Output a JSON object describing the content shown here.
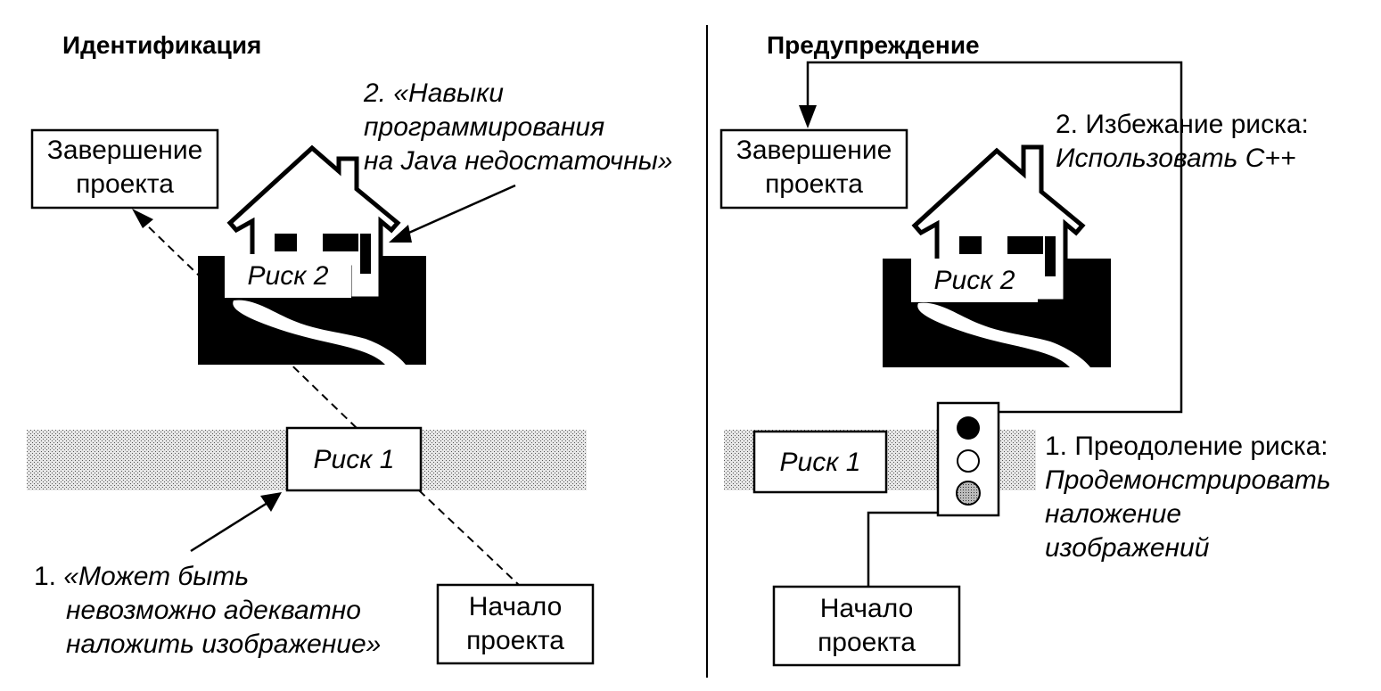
{
  "colors": {
    "ink": "#000000",
    "paper": "#ffffff",
    "band": "#c8c8c8"
  },
  "left": {
    "title": "Идентификация",
    "finish": {
      "line1": "Завершение",
      "line2": "проекта"
    },
    "start": {
      "line1": "Начало",
      "line2": "проекта"
    },
    "risk1": "Риск 1",
    "risk2": "Риск 2",
    "note2": {
      "line1": "2. «Навыки",
      "line2": "программирования",
      "line3": "на Java недостаточны»"
    },
    "note1": {
      "line1_num": "1.",
      "line1": "«Может быть",
      "line2": "невозможно адекватно",
      "line3": "наложить изображение»"
    }
  },
  "right": {
    "title": "Предупреждение",
    "finish": {
      "line1": "Завершение",
      "line2": "проекта"
    },
    "start": {
      "line1": "Начало",
      "line2": "проекта"
    },
    "risk1": "Риск 1",
    "risk2": "Риск 2",
    "note2": {
      "line1": "2. Избежание риска:",
      "line2": "Использовать С++"
    },
    "note1": {
      "line1": "1. Преодоление риска:",
      "line2": "Продемонстрировать",
      "line3": "наложение",
      "line4": "изображений"
    }
  },
  "icons": [
    "house-icon",
    "road-icon",
    "traffic-light-icon",
    "arrow-icon"
  ]
}
